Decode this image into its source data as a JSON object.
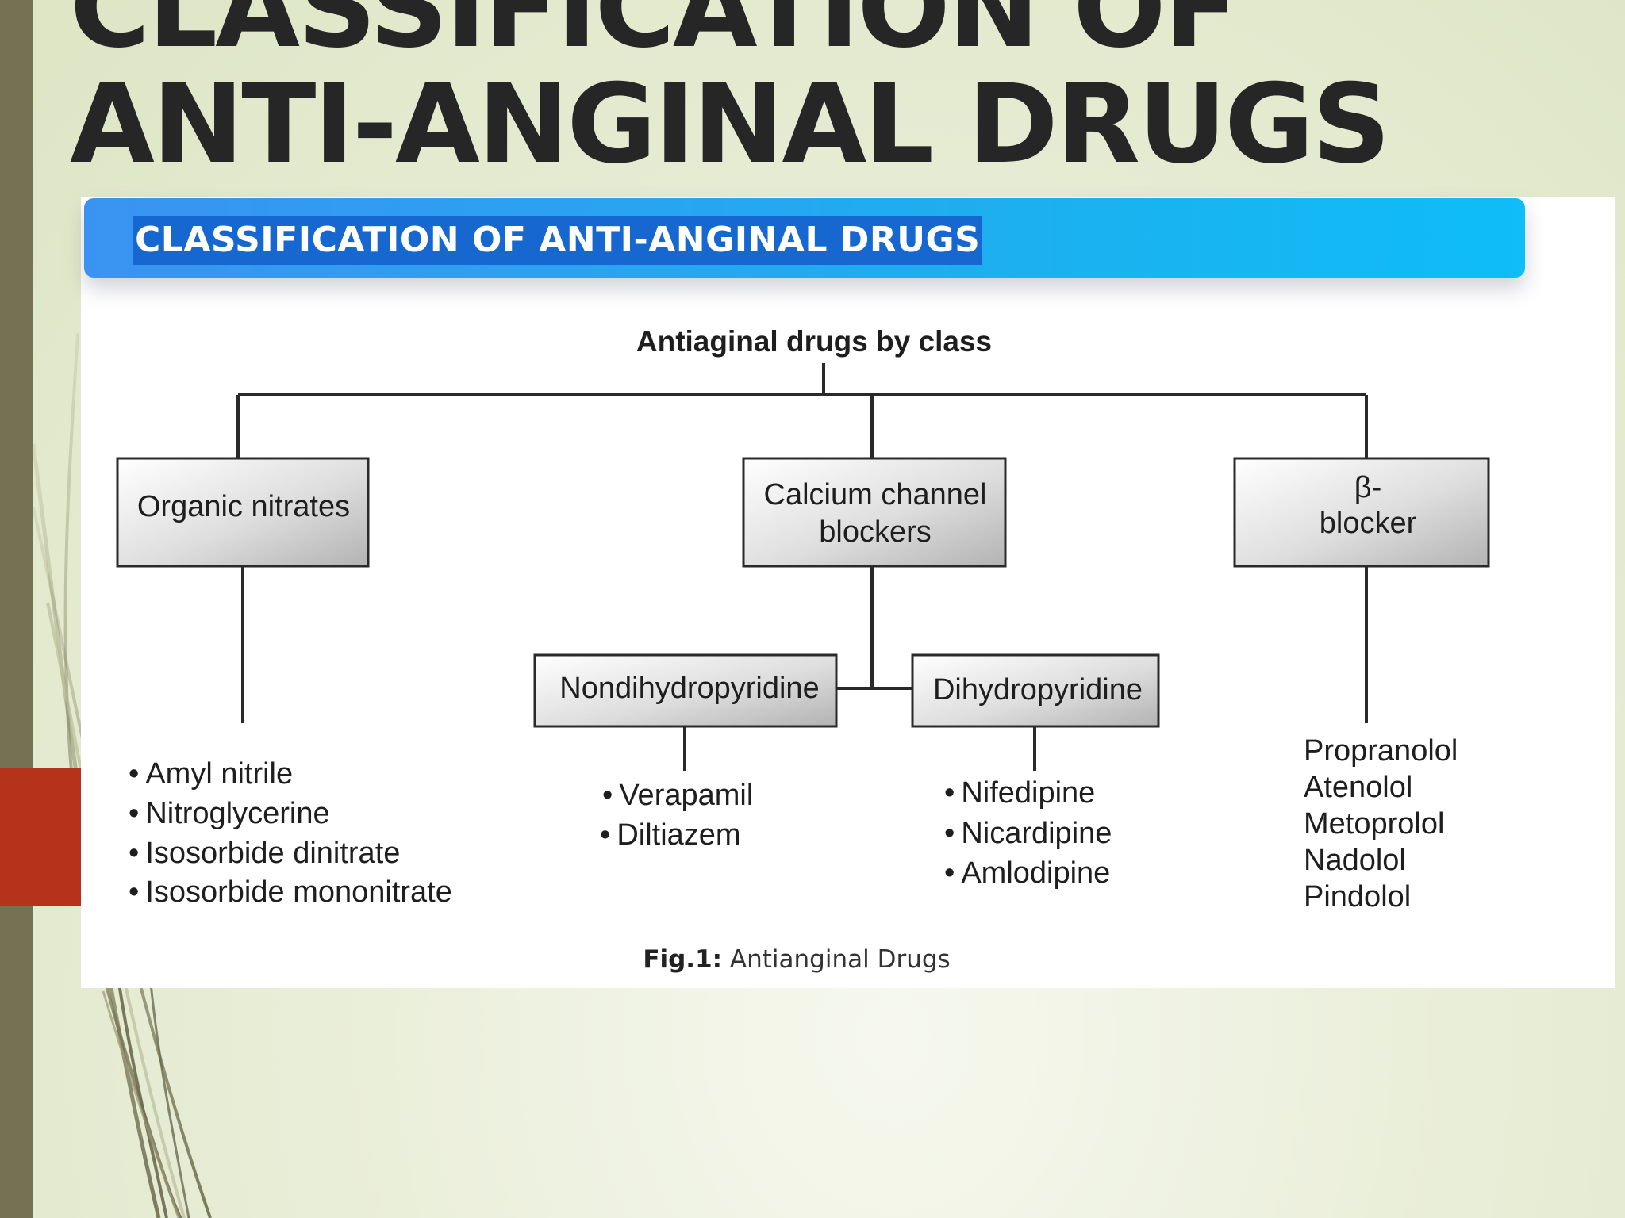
{
  "slide": {
    "title": "CLASSIFICATION OF ANTI-ANGINAL DRUGS"
  },
  "figure": {
    "banner": "CLASSIFICATION OF ANTI-ANGINAL DRUGS",
    "root": "Antiaginal drugs by class",
    "organic_nitrates": {
      "label": "Organic nitrates",
      "items": [
        "Amyl nitrile",
        "Nitroglycerine",
        "Isosorbide dinitrate",
        "Isosorbide mononitrate"
      ]
    },
    "calcium_channel_blockers": {
      "label_lines": [
        "Calcium channel",
        "blockers"
      ],
      "nondihydropyridine": {
        "label": "Nondihydropyridine",
        "items": [
          "Verapamil",
          "Diltiazem"
        ]
      },
      "dihydropyridine": {
        "label": "Dihydropyridine",
        "items": [
          "Nifedipine",
          "Nicardipine",
          "Amlodipine"
        ]
      }
    },
    "beta_blocker": {
      "label_lines": [
        "β-",
        "blocker"
      ],
      "items": [
        "Propranolol",
        "Atenolol",
        "Metoprolol",
        "Nadolol",
        "Pindolol"
      ]
    },
    "caption_prefix": "Fig.1:",
    "caption_text": " Antianginal Drugs",
    "bullet": "•"
  },
  "colors": {
    "left_bar": "#757254",
    "red_block": "#b5331a",
    "banner_start": "#3a93f2",
    "banner_end": "#0fbdf7",
    "banner_highlight": "#1667cf"
  }
}
